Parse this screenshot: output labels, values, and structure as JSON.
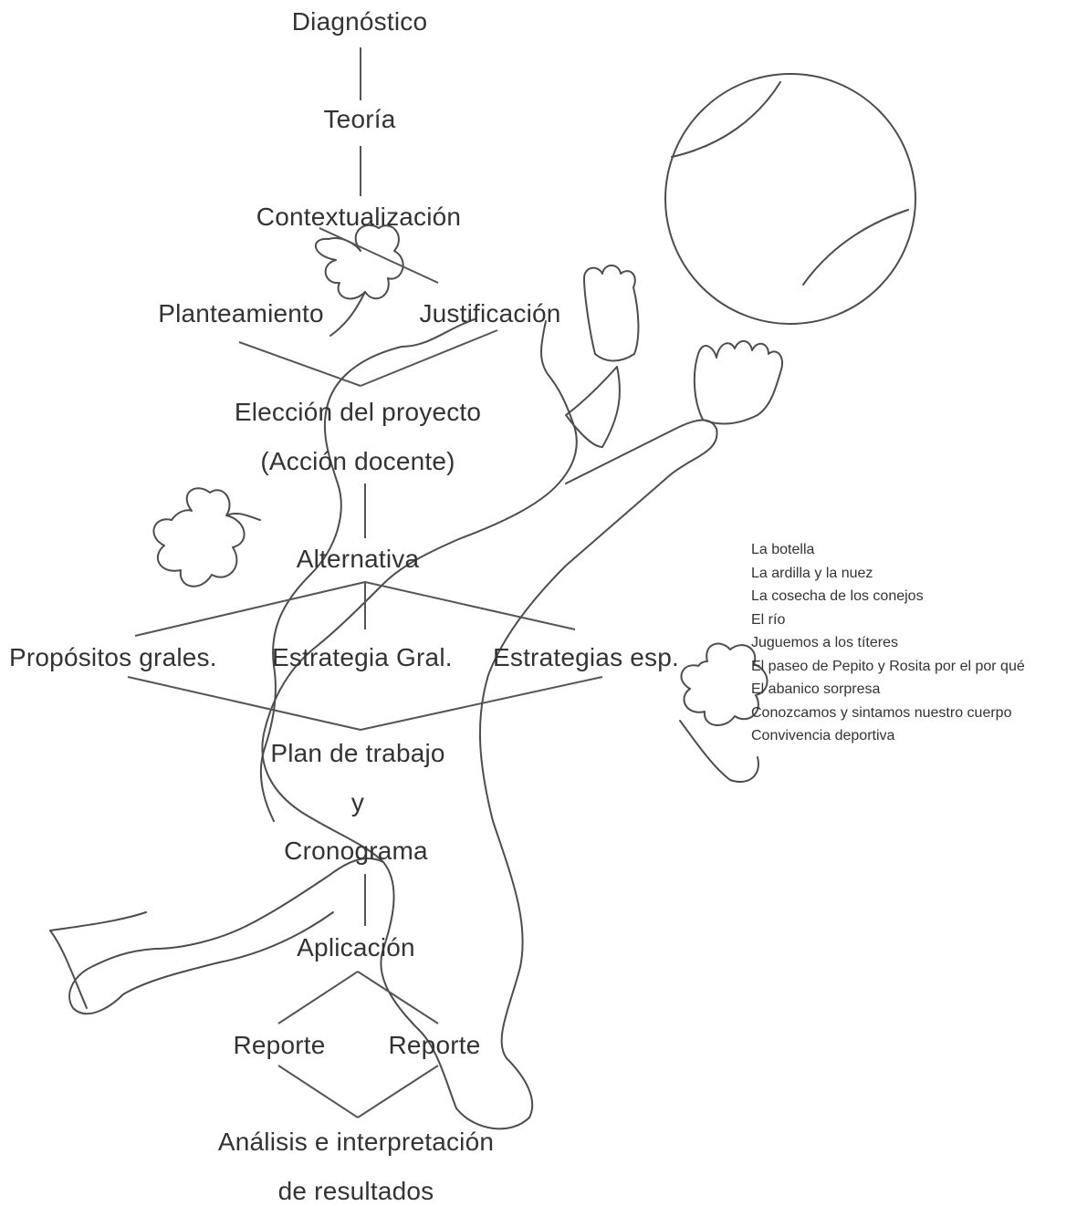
{
  "flow": {
    "diagnostico": "Diagnóstico",
    "teoria": "Teoría",
    "contextualizacion": "Contextualización",
    "planteamiento": "Planteamiento",
    "justificacion": "Justificación",
    "eleccion": "Elección del proyecto",
    "accion": "(Acción docente)",
    "alternativa": "Alternativa",
    "propositos": "Propósitos grales.",
    "estrategia_gral": "Estrategia Gral.",
    "estrategias_esp": "Estrategias esp.",
    "plan": "Plan de trabajo",
    "y": "y",
    "cronograma": "Cronograma",
    "aplicacion": "Aplicación",
    "reporte_1": "Reporte",
    "reporte_2": "Reporte",
    "analisis": "Análisis e interpretación",
    "resultados": "de resultados"
  },
  "activities": [
    "La botella",
    "La ardilla y la nuez",
    "La cosecha de los conejos",
    "El río",
    "Juguemos a los títeres",
    "El paseo de Pepito y Rosita por el por qué",
    "El abanico sorpresa",
    "Conozcamos y sintamos nuestro cuerpo",
    "Convivencia deportiva"
  ]
}
